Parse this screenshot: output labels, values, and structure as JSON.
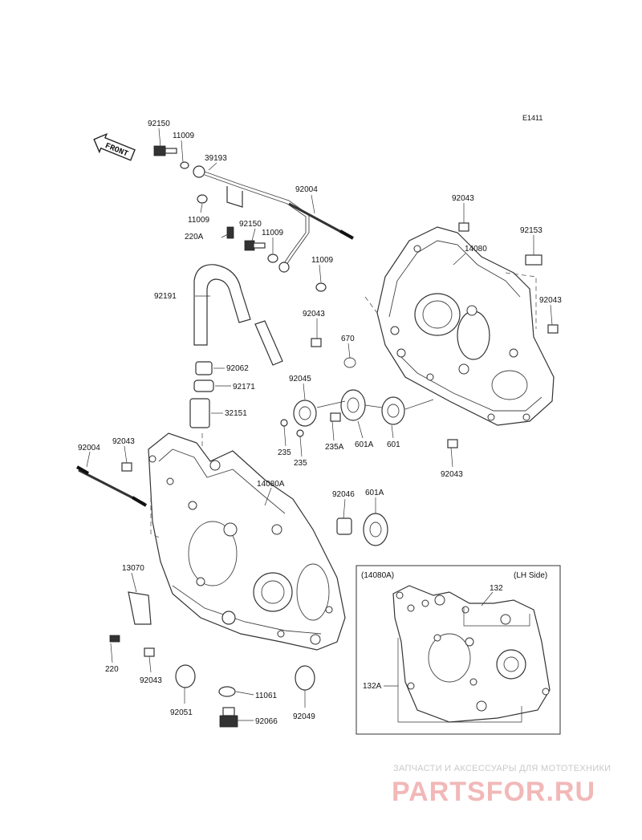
{
  "diagram": {
    "code": "E1411",
    "front_label": "FRONT",
    "inset_title": "(14080A)",
    "inset_side": "(LH Side)",
    "parts": {
      "p92150a": "92150",
      "p11009a": "11009",
      "p39193": "39193",
      "p11009b": "11009",
      "p220A": "220A",
      "p92150b": "92150",
      "p11009c": "11009",
      "p11009d": "11009",
      "p92004a": "92004",
      "p92043a": "92043",
      "p14080": "14080",
      "p92153": "92153",
      "p92043b": "92043",
      "p92191": "92191",
      "p92043c": "92043",
      "p670": "670",
      "p92062": "92062",
      "p92171": "92171",
      "p32151": "32151",
      "p92045": "92045",
      "p235a": "235",
      "p235b": "235",
      "p235A": "235A",
      "p601A": "601A",
      "p601": "601",
      "p92043d": "92043",
      "p92004b": "92004",
      "p92043e": "92043",
      "p14080A": "14080A",
      "p92046": "92046",
      "p601Ab": "601A",
      "p13070": "13070",
      "p220": "220",
      "p92043f": "92043",
      "p92051": "92051",
      "p11061": "11061",
      "p92066": "92066",
      "p92049": "92049",
      "p132": "132",
      "p132A": "132A"
    }
  },
  "watermark": {
    "tagline": "ЗАПЧАСТИ И АКСЕССУАРЫ ДЛЯ МОТОТЕХНИКИ",
    "brand": "PARTSFOR.RU"
  }
}
